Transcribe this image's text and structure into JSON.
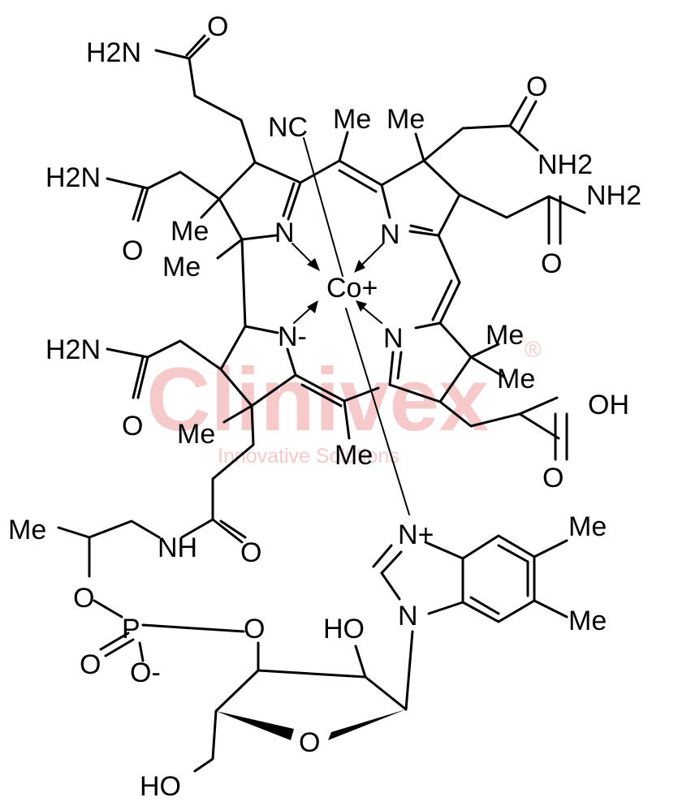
{
  "watermark": {
    "brand": "Clinivex",
    "tagline": "Innovative Solutions",
    "registered": "®",
    "color": "#f6caca"
  },
  "atoms": {
    "h2n_top": "H2N",
    "o_top": "O",
    "nc": "NC",
    "me_top_left": "Me",
    "me_top_right": "Me",
    "o_tr": "O",
    "nh2_tr": "NH2",
    "nh2_left": "H2N",
    "o_left1": "O",
    "me_a_ring": "Me",
    "n_a": "N",
    "nh2_right": "NH2",
    "me_a_bridge": "Me",
    "co": "Co+",
    "o_right": "O",
    "n_b": "N",
    "n_d": "N-",
    "n_c": "N",
    "me_c1": "Me",
    "h2n_left2": "H2N",
    "me_c2": "Me",
    "o_left2": "O",
    "oh_acid": "OH",
    "me_d": "Me",
    "me_cd": "Me",
    "o_acid": "O",
    "me_chain": "Me",
    "n_imid_plus": "N+",
    "me_bz1": "Me",
    "nh_amide": "NH",
    "o_amide": "O",
    "o_ester": "O",
    "p": "P",
    "o_p_link": "O",
    "ho_sugar": "HO",
    "n_imid": "N",
    "me_bz2": "Me",
    "o_p_double": "O",
    "o_p_minus": "O-",
    "o_ring": "O",
    "ho_ch2": "HO"
  }
}
